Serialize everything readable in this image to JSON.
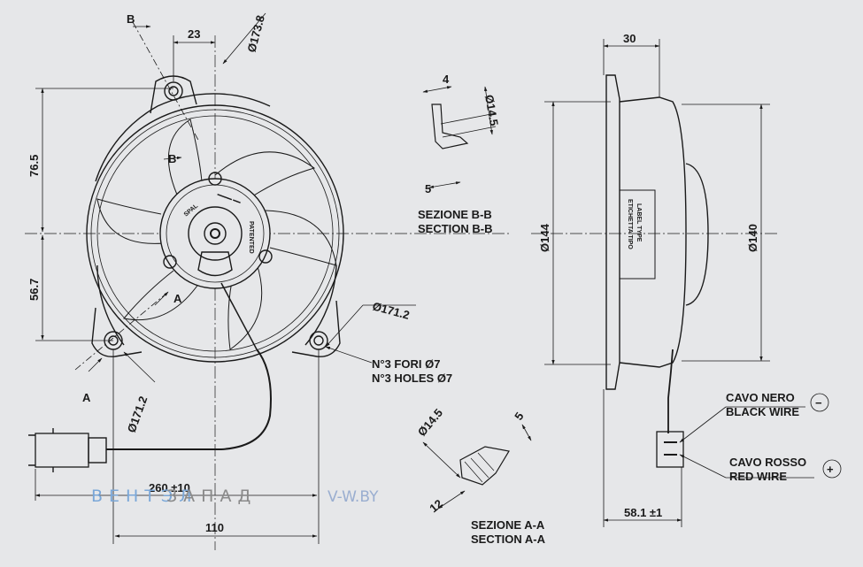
{
  "front_view": {
    "dims": {
      "d173_8": "Ø173.8",
      "w23": "23",
      "v76_5": "76.5",
      "v56_7": "56.7",
      "d171_2_right": "Ø171.2",
      "d171_2_left": "Ø171.2",
      "w110": "110",
      "cable_length": "260 ±10"
    },
    "section_marks": {
      "b_top": "B",
      "b_inner": "B",
      "a_inner": "A",
      "a_outer": "A"
    },
    "holes_note_it": "N°3 FORI Ø7",
    "holes_note_en": "N°3 HOLES Ø7",
    "hub_text": {
      "brand": "SPAL",
      "arc": "━━━━ ━━",
      "patent": "PATENTED"
    }
  },
  "section_bb": {
    "dims": {
      "d14_5": "Ø14.5",
      "w4": "4",
      "w5": "5"
    },
    "title_it": "SEZIONE B-B",
    "title_en": "SECTION B-B"
  },
  "section_aa": {
    "dims": {
      "d14_5": "Ø14.5",
      "w5": "5",
      "w12": "12"
    },
    "title_it": "SEZIONE A-A",
    "title_en": "SECTION A-A"
  },
  "side_view": {
    "dims": {
      "w30": "30",
      "d144": "Ø144",
      "d140": "Ø140",
      "w58_1": "58.1 ±1"
    },
    "label_line1": "ETICHETTA TIPO",
    "label_line2": "LABEL TYPE",
    "black_wire_it": "CAVO NERO",
    "black_wire_en": "BLACK WIRE",
    "black_symbol": "−",
    "red_wire_it": "CAVO ROSSO",
    "red_wire_en": "RED WIRE",
    "red_symbol": "+"
  },
  "watermark": {
    "part1": "ВЕНТЭЛ",
    "part2": "ЗАПАД",
    "site": "V-W.BY"
  }
}
